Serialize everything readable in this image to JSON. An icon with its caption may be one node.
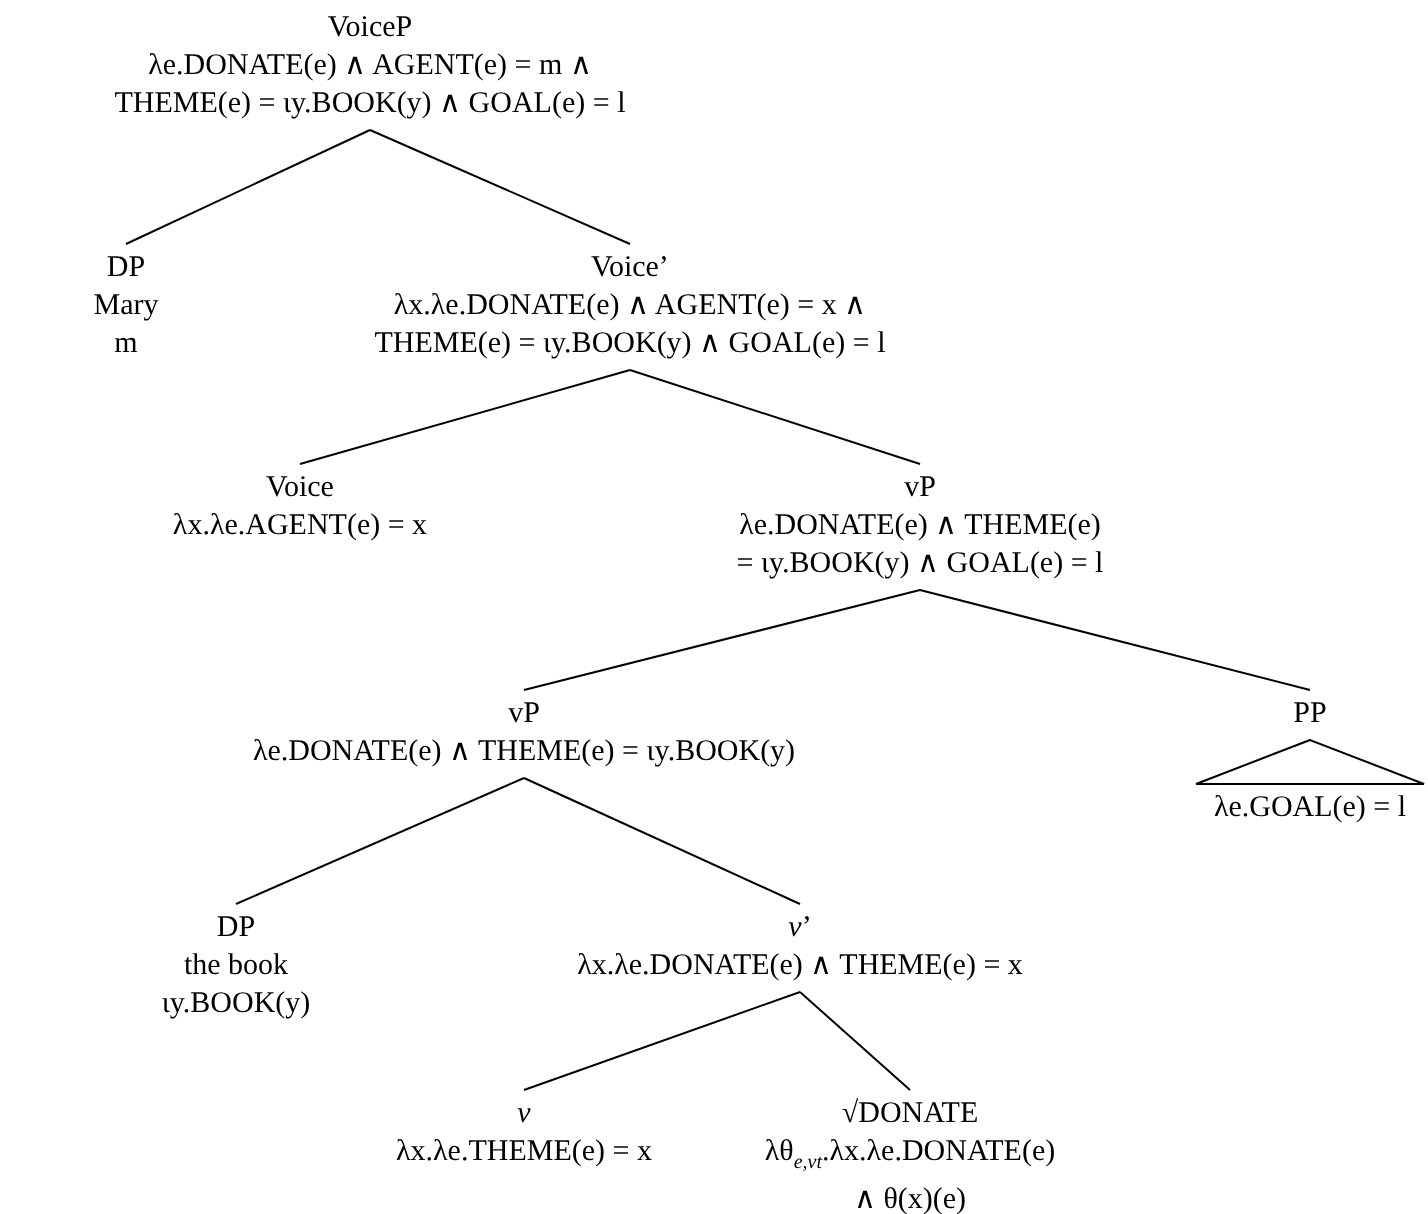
{
  "diagram": {
    "nodes": [
      {
        "text": [
          "VoiceP",
          "λe.DONATE(e) ∧ AGENT(e) = m ∧ THEME(e) = ιy.BOOK(y) ∧ GOAL(e) = l"
        ]
      },
      {
        "text": [
          "DP",
          "Mary",
          "m"
        ]
      },
      {
        "text": [
          "Voice’",
          "λx.λe.DONATE(e) ∧ AGENT(e) = x ∧ THEME(e) = ιy.BOOK(y) ∧ GOAL(e) = l"
        ]
      },
      {
        "text": [
          "Voice",
          "λx.λe.AGENT(e) = x"
        ]
      },
      {
        "text": [
          "vP",
          "λe.DONATE(e) ∧ THEME(e) = ιy.BOOK(y) ∧ GOAL(e) = l"
        ]
      },
      {
        "text": [
          "vP",
          "λe.DONATE(e) ∧ THEME(e) = ιy.BOOK(y)"
        ]
      },
      {
        "text": [
          "PP",
          "λe.GOAL(e) = l"
        ]
      },
      {
        "text": [
          "DP",
          "the book",
          "ιy.BOOK(y)"
        ]
      },
      {
        "text": [
          "*v*’",
          "λx.λe.DONATE(e) ∧ THEME(e) = x"
        ]
      },
      {
        "text": [
          "*v*",
          "λx.λe.THEME(e) = x"
        ]
      },
      {
        "text": [
          "√DONATE",
          "λθ$_{e,vt}$.λx.λe.DONATE(e) ∧ θ(x)(e)"
        ]
      },
      {
        "text": [],
        "shape": "triangle",
        "in": 6
      }
    ],
    "edges": [
      {
        "from": 0,
        "to": 1,
        "arrow": "none"
      },
      {
        "from": 0,
        "to": 2,
        "arrow": "none"
      },
      {
        "from": 2,
        "to": 3,
        "arrow": "none"
      },
      {
        "from": 2,
        "to": 4,
        "arrow": "none"
      },
      {
        "from": 4,
        "to": 5,
        "arrow": "none"
      },
      {
        "from": 4,
        "to": 6,
        "arrow": "none"
      },
      {
        "from": 5,
        "to": 7,
        "arrow": "none"
      },
      {
        "from": 5,
        "to": 8,
        "arrow": "none"
      },
      {
        "from": 8,
        "to": 9,
        "arrow": "none"
      },
      {
        "from": 8,
        "to": 10,
        "arrow": "none"
      }
    ]
  }
}
